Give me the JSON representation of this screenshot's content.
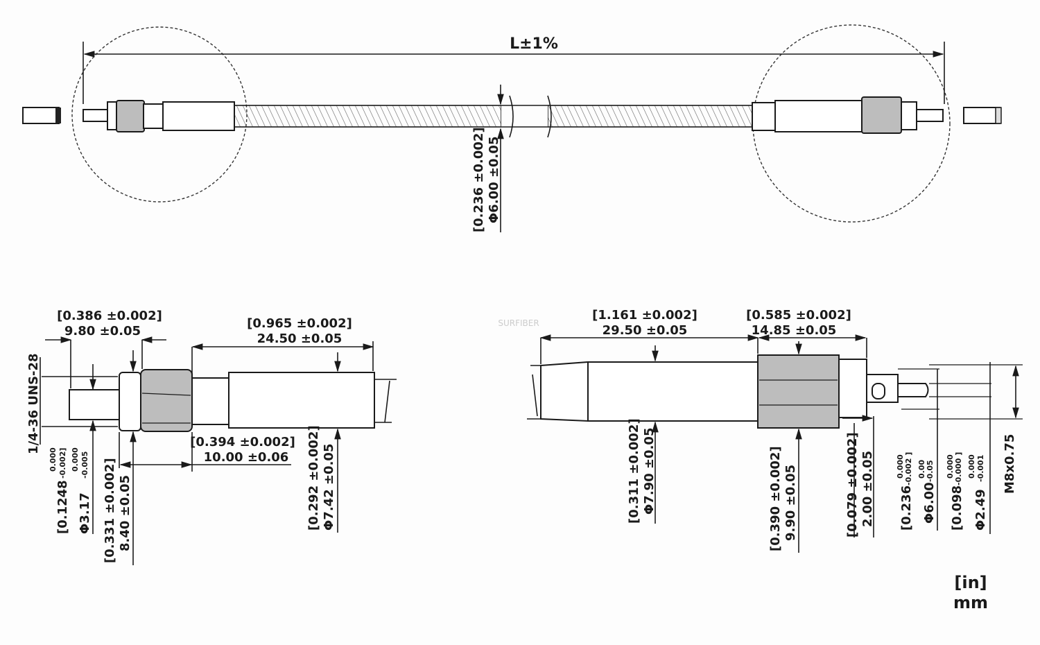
{
  "overall": {
    "length_label": "L±1%",
    "hose_dia_in": "[0.236 ±0.002]",
    "hose_dia_mm": "Φ6.00 ±0.05"
  },
  "watermark": "SURFIBER",
  "left_detail": {
    "thread": "1/4-36 UNS-28",
    "len_9_80_in": "[0.386 ±0.002]",
    "len_9_80_mm": "9.80 ±0.05",
    "len_24_50_in": "[0.965 ±0.002]",
    "len_24_50_mm": "24.50 ±0.05",
    "len_10_00_in": "[0.394 ±0.002]",
    "len_10_00_mm": "10.00 ±0.06",
    "pin_dia_in": "[0.1248",
    "pin_dia_in_tol": [
      "0.000",
      "-0.002]"
    ],
    "pin_dia_mm": "Φ3.17",
    "pin_dia_mm_tol": [
      "0.000",
      "-0.005"
    ],
    "dia_8_40_in": "[0.331 ±0.002]",
    "dia_8_40_mm": "8.40 ±0.05",
    "dia_7_42_in": "[0.292 ±0.002]",
    "dia_7_42_mm": "Φ7.42 ±0.05"
  },
  "right_detail": {
    "len_29_50_in": "[1.161 ±0.002]",
    "len_29_50_mm": "29.50 ±0.05",
    "len_14_85_in": "[0.585 ±0.002]",
    "len_14_85_mm": "14.85 ±0.05",
    "dia_7_90_in": "[0.311 ±0.002]",
    "dia_7_90_mm": "Φ7.90 ±0.05",
    "dia_9_90_in": "[0.390 ±0.002]",
    "dia_9_90_mm": "9.90 ±0.05",
    "len_2_00_in": "[0.079 ±0.002]",
    "len_2_00_mm": "2.00 ±0.05",
    "dia_6_00_in": "[0.236",
    "dia_6_00_in_tol": [
      "0.000",
      "-0.002 ]"
    ],
    "dia_6_00_mm": "Φ6.00",
    "dia_6_00_mm_tol": [
      "0.00",
      "-0.05"
    ],
    "dia_2_49_in": "[0.098",
    "dia_2_49_in_tol": [
      "0.000",
      "-0.000 ]"
    ],
    "dia_2_49_mm": "Φ2.49",
    "dia_2_49_mm_tol": [
      "0.000",
      "-0.001"
    ],
    "thread": "M8x0.75"
  },
  "units": {
    "inch": "[in]",
    "mm": "mm"
  }
}
